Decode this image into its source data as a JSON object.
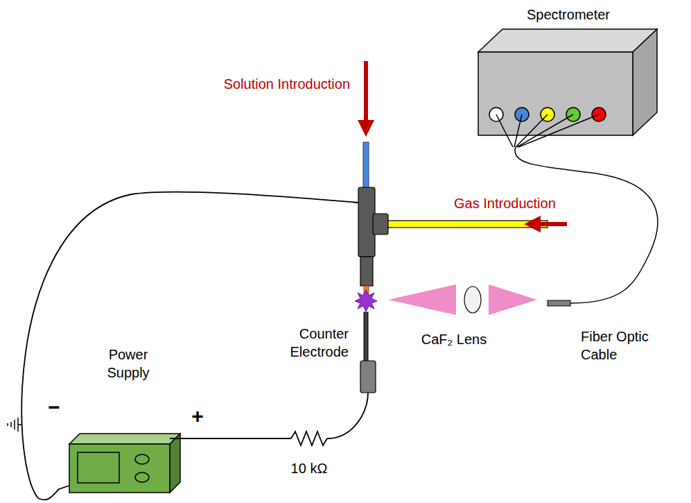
{
  "diagram": {
    "nodes": [
      {
        "text": [
          "Spectrometer"
        ]
      },
      {
        "text": [
          "Power Supply"
        ]
      }
    ],
    "labels": [
      "Solution Introduction",
      "Gas Introduction",
      "Counter Electrode",
      "CaF₂ Lens",
      "Fiber Optic Cable",
      "10 kΩ",
      "−",
      "+"
    ]
  }
}
